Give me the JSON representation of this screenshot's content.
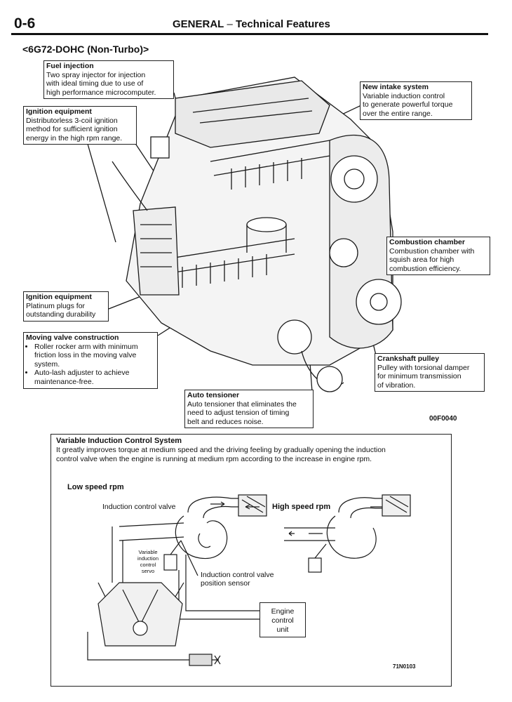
{
  "header": {
    "page_number": "0-6",
    "section": "GENERAL",
    "separator": "–",
    "subtitle": "Technical Features"
  },
  "subheading": "<6G72-DOHC (Non-Turbo)>",
  "callouts": {
    "fuel_injection": {
      "title": "Fuel injection",
      "lines": [
        "Two spray injector for injection",
        "with ideal timing due to use of",
        "high performance microcomputer."
      ]
    },
    "ignition_equipment_1": {
      "title": "Ignition equipment",
      "lines": [
        "Distributorless 3-coil ignition",
        "method for sufficient ignition",
        "energy in the high rpm range."
      ]
    },
    "new_intake_system": {
      "title": "New intake system",
      "lines": [
        "Variable induction control",
        "to generate powerful torque",
        "over the entire range."
      ]
    },
    "combustion_chamber": {
      "title": "Combustion chamber",
      "lines": [
        "Combustion chamber with",
        "squish area for high",
        "combustion efficiency."
      ]
    },
    "ignition_equipment_2": {
      "title": "Ignition equipment",
      "lines": [
        "Platinum plugs for",
        "outstanding durability"
      ]
    },
    "moving_valve": {
      "title": "Moving valve construction",
      "bullets": [
        "Roller rocker arm with minimum friction loss in the moving valve system.",
        "Auto-lash adjuster to achieve maintenance-free."
      ]
    },
    "crankshaft_pulley": {
      "title": "Crankshaft pulley",
      "lines": [
        "Pulley with torsional damper",
        "for minimum transmission",
        "of vibration."
      ]
    },
    "auto_tensioner": {
      "title": "Auto tensioner",
      "lines": [
        "Auto tensioner that eliminates the",
        "need to adjust tension of timing",
        "belt and reduces noise."
      ]
    }
  },
  "figure_code_1": "00F0040",
  "vics": {
    "title": "Variable Induction Control System",
    "description_lines": [
      "It greatly improves torque at medium speed and the driving feeling by gradually opening the induction",
      "control valve when the engine is running at medium rpm according to the increase in engine rpm."
    ],
    "low_speed": "Low speed rpm",
    "high_speed": "High speed rpm",
    "induction_control_valve": "Induction control valve",
    "servo_lines": [
      "Variable",
      "induction",
      "control",
      "servo"
    ],
    "sensor_lines": [
      "Induction control valve",
      "position sensor"
    ],
    "ecu_lines": [
      "Engine",
      "control",
      "unit"
    ],
    "figure_code_2": "71N0103"
  }
}
